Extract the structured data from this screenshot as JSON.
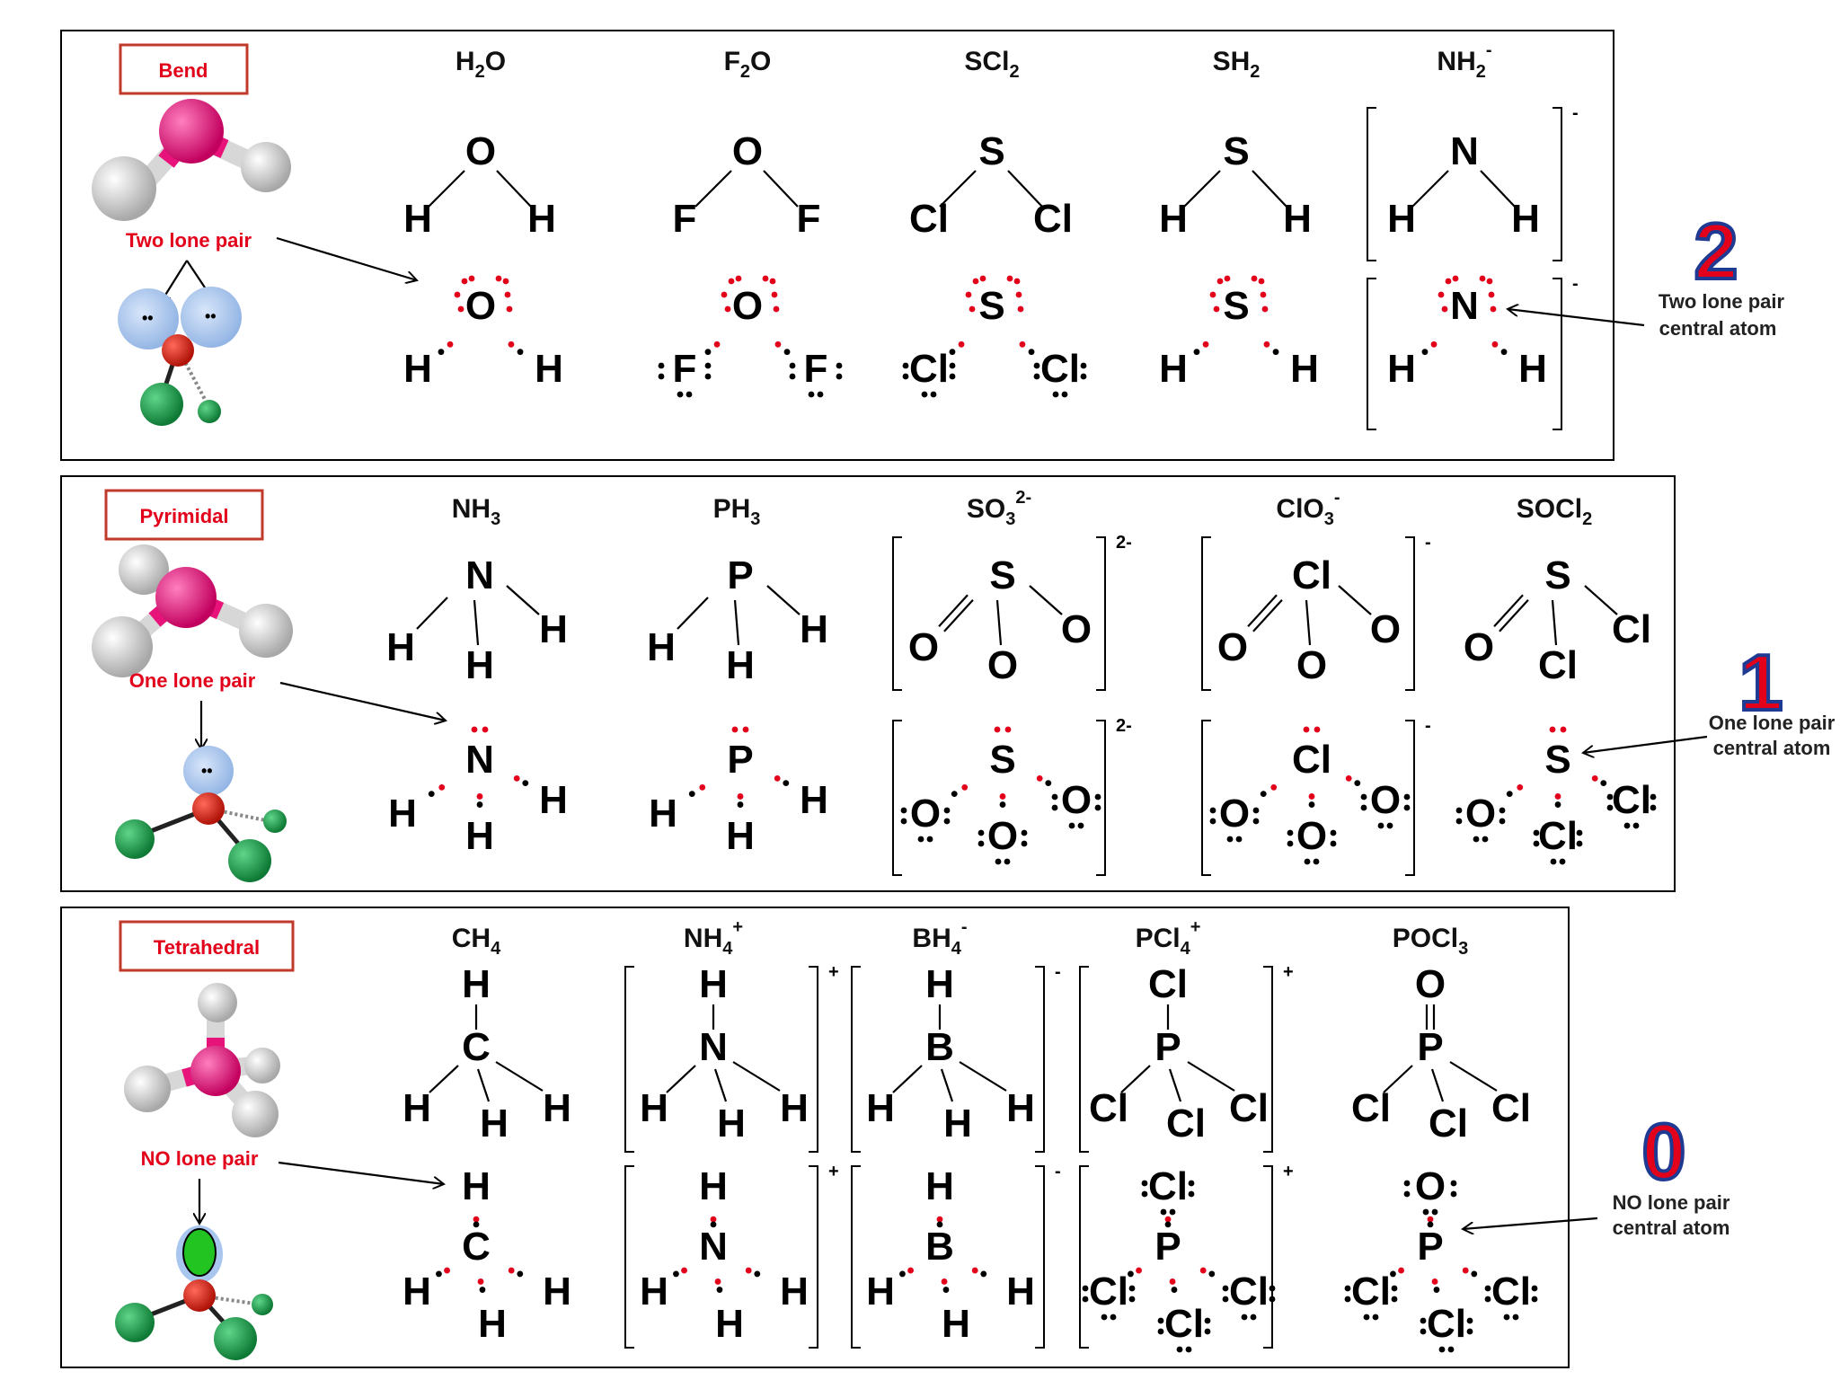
{
  "colors": {
    "tag_text": "#e2001a",
    "tag_border": "#c0392b",
    "lone_pair_dot": "#e2001a",
    "bond_dot": "#000000",
    "number_fill": "#e2001a",
    "number_outline": "#1f3a93",
    "model_center": "#e8137a",
    "model_outer": "#e0e0e0",
    "model_lobe": "#a9c7ee",
    "model_ligand": "#1f9e4a",
    "model_core": "#e0281c",
    "model_empty": "#22c422"
  },
  "sections": [
    {
      "tag": "Bend",
      "lone_caption": "Two lone pair",
      "number": "2",
      "note_line1": "Two lone pair",
      "note_line2": "central atom",
      "molecules": [
        {
          "name_main": "H",
          "name_sub": "2",
          "name_after": "O",
          "name_sup": ""
        },
        {
          "name_main": "F",
          "name_sub": "2",
          "name_after": "O",
          "name_sup": ""
        },
        {
          "name_main": "SCl",
          "name_sub": "2",
          "name_after": "",
          "name_sup": ""
        },
        {
          "name_main": "SH",
          "name_sub": "2",
          "name_after": "",
          "name_sup": ""
        },
        {
          "name_main": "NH",
          "name_sub": "2",
          "name_after": "",
          "name_sup": "-"
        }
      ]
    },
    {
      "tag": "Pyrimidal",
      "lone_caption": "One lone pair",
      "number": "1",
      "note_line1": "One lone pair",
      "note_line2": "central atom",
      "molecules": [
        {
          "name_main": "NH",
          "name_sub": "3",
          "name_after": "",
          "name_sup": ""
        },
        {
          "name_main": "PH",
          "name_sub": "3",
          "name_after": "",
          "name_sup": ""
        },
        {
          "name_main": "SO",
          "name_sub": "3",
          "name_after": "",
          "name_sup": "2-"
        },
        {
          "name_main": "ClO",
          "name_sub": "3",
          "name_after": "",
          "name_sup": "-"
        },
        {
          "name_main": "SOCl",
          "name_sub": "2",
          "name_after": "",
          "name_sup": ""
        }
      ]
    },
    {
      "tag": "Tetrahedral",
      "lone_caption": "NO lone pair",
      "number": "0",
      "note_line1": "NO lone pair",
      "note_line2": "central atom",
      "molecules": [
        {
          "name_main": "CH",
          "name_sub": "4",
          "name_after": "",
          "name_sup": ""
        },
        {
          "name_main": "NH",
          "name_sub": "4",
          "name_after": "",
          "name_sup": "+"
        },
        {
          "name_main": "BH",
          "name_sub": "4",
          "name_after": "",
          "name_sup": "-"
        },
        {
          "name_main": "PCl",
          "name_sub": "4",
          "name_after": "",
          "name_sup": "+"
        },
        {
          "name_main": "POCl",
          "name_sub": "3",
          "name_after": "",
          "name_sup": ""
        }
      ]
    }
  ],
  "structures": {
    "s0m0": {
      "bond": {
        "center": "O",
        "ligands": [
          "H",
          "H"
        ]
      },
      "lewis": {
        "center": "O",
        "ligands": [
          "H",
          "H"
        ]
      }
    },
    "s0m1": {
      "bond": {
        "center": "O",
        "ligands": [
          "F",
          "F"
        ]
      },
      "lewis": {
        "center": "O",
        "ligands": [
          "F",
          "F"
        ]
      }
    },
    "s0m2": {
      "bond": {
        "center": "S",
        "ligands": [
          "Cl",
          "Cl"
        ]
      },
      "lewis": {
        "center": "S",
        "ligands": [
          "Cl",
          "Cl"
        ]
      }
    },
    "s0m3": {
      "bond": {
        "center": "S",
        "ligands": [
          "H",
          "H"
        ]
      },
      "lewis": {
        "center": "S",
        "ligands": [
          "H",
          "H"
        ]
      }
    },
    "s0m4": {
      "bond": {
        "center": "N",
        "ligands": [
          "H",
          "H"
        ],
        "charge": "-"
      },
      "lewis": {
        "center": "N",
        "ligands": [
          "H",
          "H"
        ],
        "charge": "-"
      }
    },
    "s1m0": {
      "bond": {
        "center": "N",
        "ligands": [
          "H",
          "H",
          "H"
        ]
      },
      "lewis": {
        "center": "N",
        "ligands": [
          "H",
          "H",
          "H"
        ]
      }
    },
    "s1m1": {
      "bond": {
        "center": "P",
        "ligands": [
          "H",
          "H",
          "H"
        ]
      },
      "lewis": {
        "center": "P",
        "ligands": [
          "H",
          "H",
          "H"
        ]
      }
    },
    "s1m2": {
      "bond": {
        "center": "S",
        "ligands": [
          "O",
          "O",
          "O"
        ],
        "charge": "2-"
      },
      "lewis": {
        "center": "S",
        "ligands": [
          "O",
          "O",
          "O"
        ],
        "charge": "2-"
      }
    },
    "s1m3": {
      "bond": {
        "center": "Cl",
        "ligands": [
          "O",
          "O",
          "O"
        ],
        "charge": "-"
      },
      "lewis": {
        "center": "Cl",
        "ligands": [
          "O",
          "O",
          "O"
        ],
        "charge": "-"
      }
    },
    "s1m4": {
      "bond": {
        "center": "S",
        "ligands": [
          "O",
          "Cl",
          "Cl"
        ]
      },
      "lewis": {
        "center": "S",
        "ligands": [
          "O",
          "Cl",
          "Cl"
        ]
      }
    },
    "s2m0": {
      "bond": {
        "center": "C",
        "ligands": [
          "H",
          "H",
          "H",
          "H"
        ]
      },
      "lewis": {
        "center": "C",
        "ligands": [
          "H",
          "H",
          "H",
          "H"
        ]
      }
    },
    "s2m1": {
      "bond": {
        "center": "N",
        "ligands": [
          "H",
          "H",
          "H",
          "H"
        ],
        "charge": "+"
      },
      "lewis": {
        "center": "N",
        "ligands": [
          "H",
          "H",
          "H",
          "H"
        ],
        "charge": "+"
      }
    },
    "s2m2": {
      "bond": {
        "center": "B",
        "ligands": [
          "H",
          "H",
          "H",
          "H"
        ],
        "charge": "-"
      },
      "lewis": {
        "center": "B",
        "ligands": [
          "H",
          "H",
          "H",
          "H"
        ],
        "charge": "-"
      }
    },
    "s2m3": {
      "bond": {
        "center": "P",
        "ligands": [
          "Cl",
          "Cl",
          "Cl",
          "Cl"
        ],
        "charge": "+"
      },
      "lewis": {
        "center": "P",
        "ligands": [
          "Cl",
          "Cl",
          "Cl",
          "Cl"
        ],
        "charge": "+"
      }
    },
    "s2m4": {
      "bond": {
        "center": "P",
        "ligands": [
          "O",
          "Cl",
          "Cl",
          "Cl"
        ]
      },
      "lewis": {
        "center": "P",
        "ligands": [
          "O",
          "Cl",
          "Cl",
          "Cl"
        ]
      }
    }
  }
}
